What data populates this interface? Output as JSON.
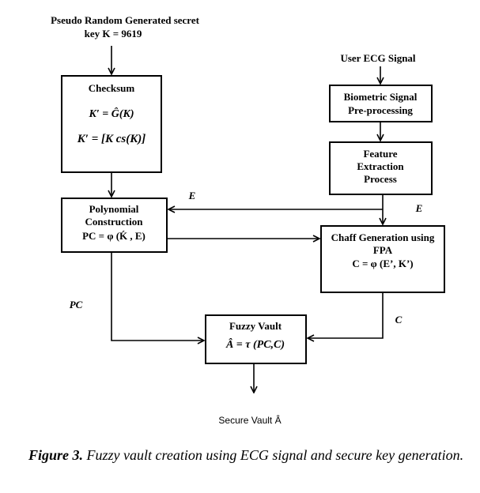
{
  "source": {
    "line1": "Pseudo Random Generated secret",
    "line2": "key K = 9619"
  },
  "user_ecg_label": "User ECG Signal",
  "boxes": {
    "checksum": {
      "title": "Checksum",
      "eq1": "K′ = Ĝ(K)",
      "eq2": "K′ = [K cs(K)]"
    },
    "biometric": {
      "line1": "Biometric Signal",
      "line2": "Pre-processing"
    },
    "feature": {
      "line1": "Feature",
      "line2": "Extraction",
      "line3": "Process"
    },
    "polynomial": {
      "line1": "Polynomial",
      "line2": "Construction",
      "eq": "PC = φ (Ḱ , E)"
    },
    "chaff": {
      "line1": "Chaff Generation using",
      "line2": "FPA",
      "eq": "C = φ (E’, K’)"
    },
    "vault": {
      "title": "Fuzzy Vault",
      "eq": "Â = τ (PC,C)"
    }
  },
  "edge_labels": {
    "e_left": "E",
    "e_right": "E",
    "pc": "PC",
    "c": "C"
  },
  "output_label": "Secure Vault Â",
  "caption": {
    "figure_label": "Figure 3.",
    "text": "Fuzzy vault creation using ECG signal and secure key generation."
  }
}
